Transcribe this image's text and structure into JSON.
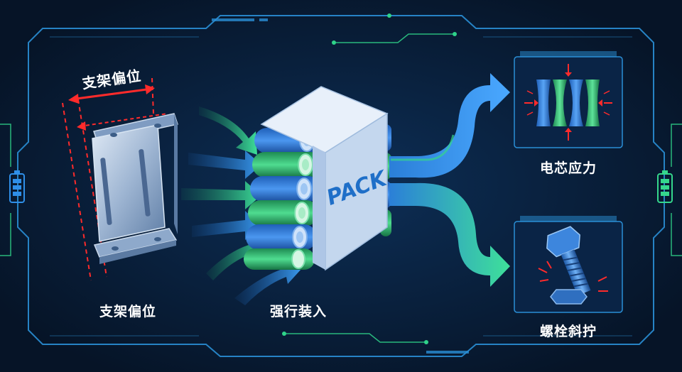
{
  "top_label": "支架偏位",
  "box_label": "PACK",
  "bottom_labels": {
    "bracket": "支架偏位",
    "force": "强行装入",
    "cell": "电芯应力",
    "bolt": "螺栓斜拧"
  },
  "colors": {
    "background": "#071a33",
    "frame": "#2a8fd6",
    "circuit_green": "#2fd38a",
    "arrow_blue": "#2f8fe8",
    "arrow_green": "#35d68c",
    "alert_red": "#ff2b2b",
    "pack_face": "#cfdff2"
  }
}
